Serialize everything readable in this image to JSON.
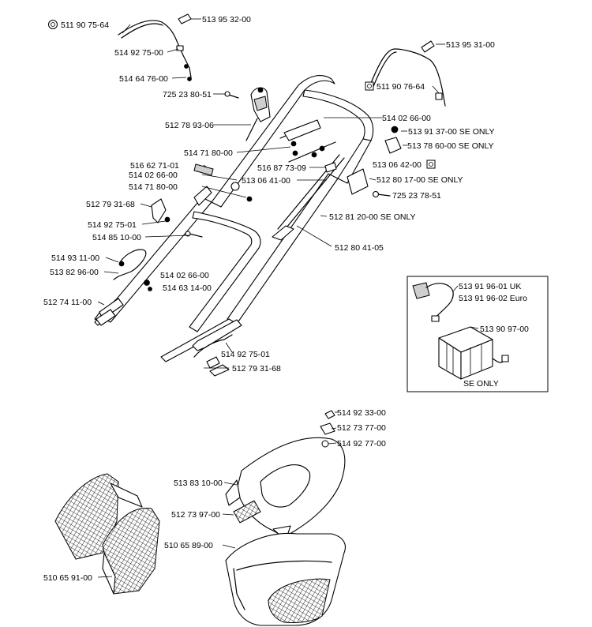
{
  "labels": {
    "l0": "511 90 75-64",
    "l1": "513 95 32-00",
    "l2": "514 92 75-00",
    "l3": "514 64 76-00",
    "l4": "725 23 80-51",
    "l5": "512 78 93-06",
    "l6": "514 71 80-00",
    "l7": "516 62 71-01",
    "l8": "514 02 66-00",
    "l9": "514 71 80-00",
    "l10": "512 79 31-68",
    "l11": "514 92 75-01",
    "l12": "514 85 10-00",
    "l13": "514 93 11-00",
    "l14": "513 82 96-00",
    "l15": "512 74 11-00",
    "l16": "514 02 66-00",
    "l17": "514 63 14-00",
    "l18": "513 06 41-00",
    "l19": "516 87 73-09",
    "l20": "514 92 75-01",
    "l21": "512 79 31-68",
    "l22": "513 95 31-00",
    "l23": "511 90 76-64",
    "l24": "514 02 66-00",
    "l25": "513 91 37-00 SE ONLY",
    "l26": "513 78 60-00 SE ONLY",
    "l27": "513 06 42-00",
    "l28": "512 80 17-00 SE ONLY",
    "l29": "725 23 78-51",
    "l30": "512 81 20-00 SE ONLY",
    "l31": "512 80 41-05",
    "l32": "513 91 96-01 UK",
    "l33": "513 91 96-02 Euro",
    "l34": "513 90 97-00",
    "l35": "SE ONLY",
    "l36": "514 92 33-00",
    "l37": "512 73 77-00",
    "l38": "514 92 77-00",
    "l39": "513 83 10-00",
    "l40": "512 73 97-00",
    "l41": "510 65 89-00",
    "l42": "510 65 91-00"
  },
  "icons": [
    "engine-variant-circle-icon",
    "accessory-square-icon"
  ]
}
